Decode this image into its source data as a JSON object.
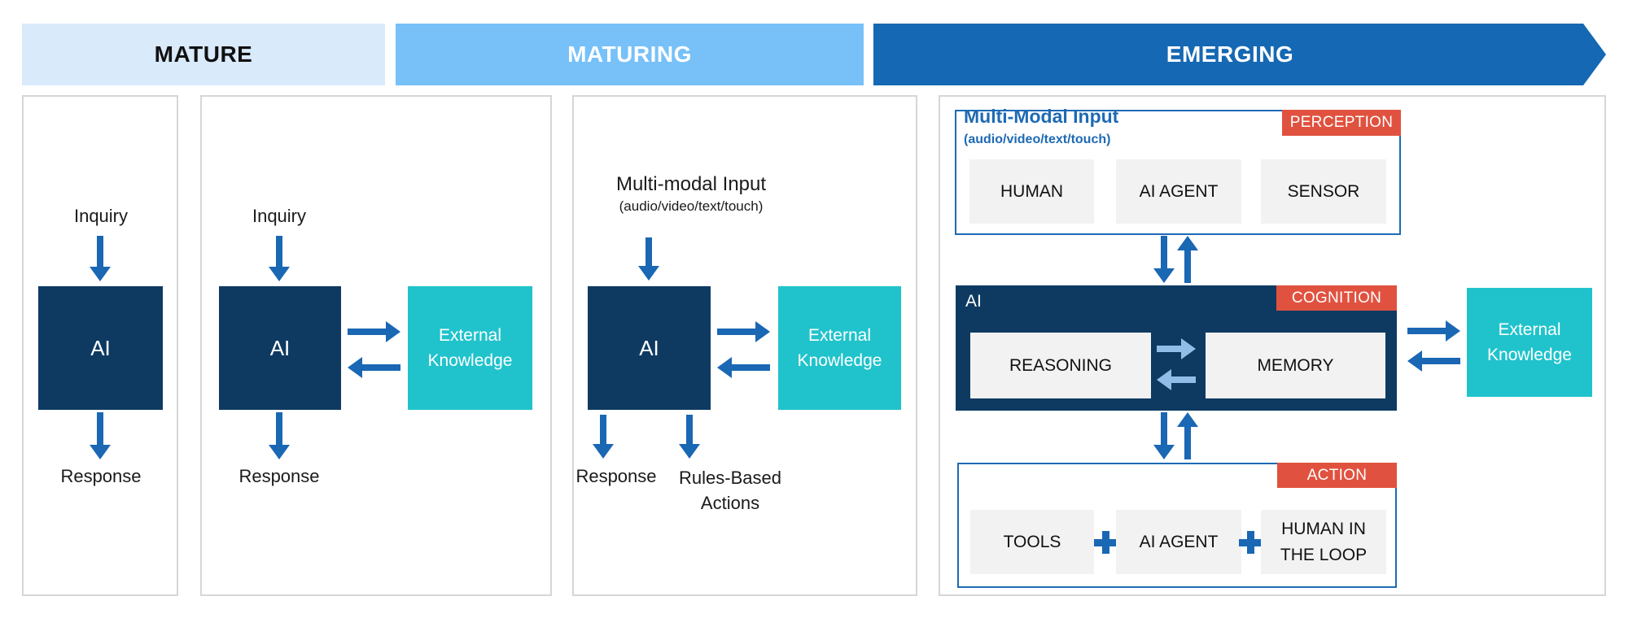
{
  "header": {
    "stages": [
      "MATURE",
      "MATURING",
      "EMERGING"
    ]
  },
  "colors": {
    "stage_mature_bg": "#d9eafb",
    "stage_maturing_bg": "#77c1f8",
    "stage_emerging_bg": "#1568b3",
    "ai_box_bg": "#0e3a62",
    "external_knowledge_bg": "#20c3cc",
    "category_tag_bg": "#e0523f",
    "flow_arrow": "#1a67b4",
    "inner_arrow": "#90bce8",
    "item_box_bg": "#f2f2f2",
    "blue_outline": "#1e6ab4"
  },
  "panels": [
    {
      "input_label": "Inquiry",
      "ai_label": "AI",
      "output_label": "Response"
    },
    {
      "input_label": "Inquiry",
      "ai_label": "AI",
      "external_knowledge_label": "External Knowledge",
      "output_label": "Response"
    },
    {
      "input_label": "Multi-modal Input",
      "input_sublabel": "(audio/video/text/touch)",
      "ai_label": "AI",
      "external_knowledge_label": "External Knowledge",
      "output_label": "Response",
      "secondary_output_label": "Rules-Based Actions"
    },
    {
      "perception": {
        "tag": "PERCEPTION",
        "title": "Multi-Modal Input",
        "subtitle": "(audio/video/text/touch)",
        "items": [
          "HUMAN",
          "AI AGENT",
          "SENSOR"
        ]
      },
      "cognition": {
        "tag": "COGNITION",
        "ai_label": "AI",
        "items": [
          "REASONING",
          "MEMORY"
        ]
      },
      "external_knowledge_label": "External Knowledge",
      "action": {
        "tag": "ACTION",
        "items": [
          "TOOLS",
          "AI AGENT",
          "HUMAN IN THE LOOP"
        ]
      }
    }
  ]
}
